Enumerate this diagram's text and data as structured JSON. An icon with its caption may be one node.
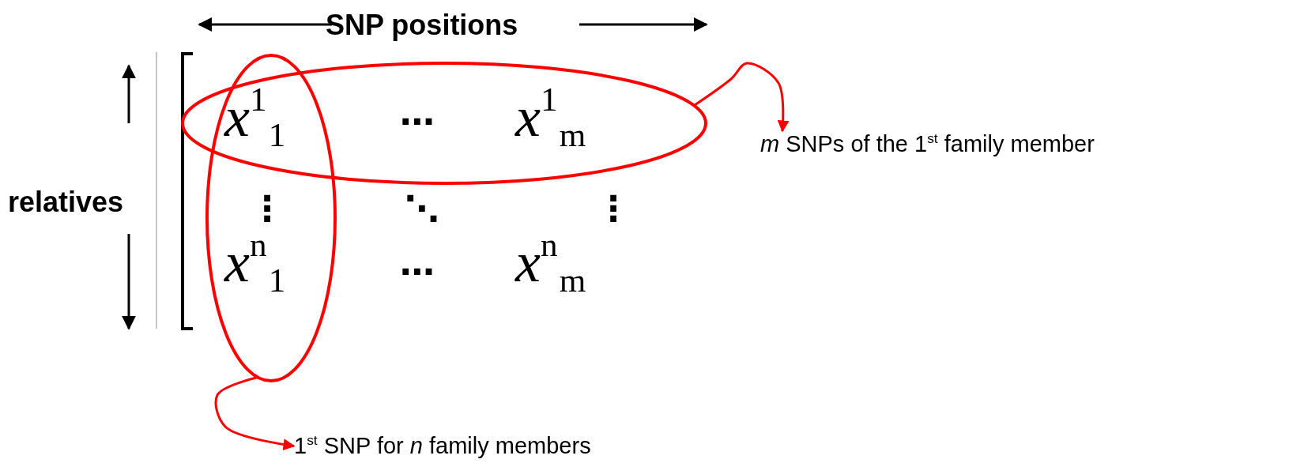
{
  "diagram": {
    "nodes": [
      {
        "text": [],
        "shape": "ellipse"
      },
      {
        "text": [
          "*m* SNPs of the 1$^{st}$ family member"
        ]
      },
      {
        "text": [],
        "shape": "ellipse"
      },
      {
        "text": [
          "1$^{st}$ SNP for *n* family members"
        ]
      }
    ],
    "edges": [
      {
        "from": 0,
        "to": 1,
        "arrow": "to",
        "color": "#ff0000"
      },
      {
        "from": 2,
        "to": 3,
        "arrow": "to",
        "color": "#ff0000"
      }
    ],
    "labels": [
      "SNP positions",
      "relatives",
      "*x*$^{1}$$_{1}$",
      "⋯",
      "*x*$^{1}$$_{m}$",
      "⋮",
      "⋱",
      "⋮",
      "*x*$^{n}$$_{1}$",
      "⋯",
      "*x*$^{n}$$_{m}$"
    ]
  }
}
